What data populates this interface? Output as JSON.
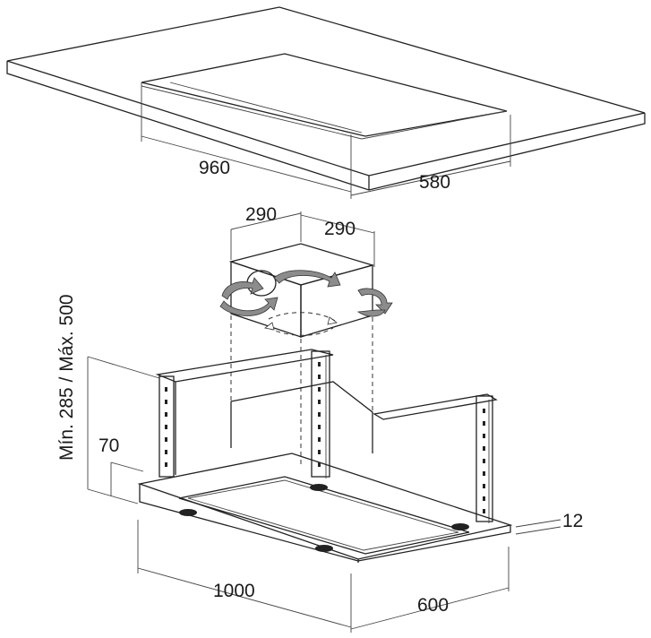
{
  "ceiling": {
    "width_label": "960",
    "depth_label": "580"
  },
  "duct_box": {
    "width_label": "290",
    "depth_label": "290"
  },
  "hood": {
    "height_range_label": "Mín. 285 / Máx. 500",
    "frame_label": "70",
    "thickness_label": "12",
    "width_label": "1000",
    "depth_label": "600"
  },
  "colors": {
    "line": "#222222",
    "arrow_fill": "#8c8c8c",
    "background": "#ffffff"
  }
}
